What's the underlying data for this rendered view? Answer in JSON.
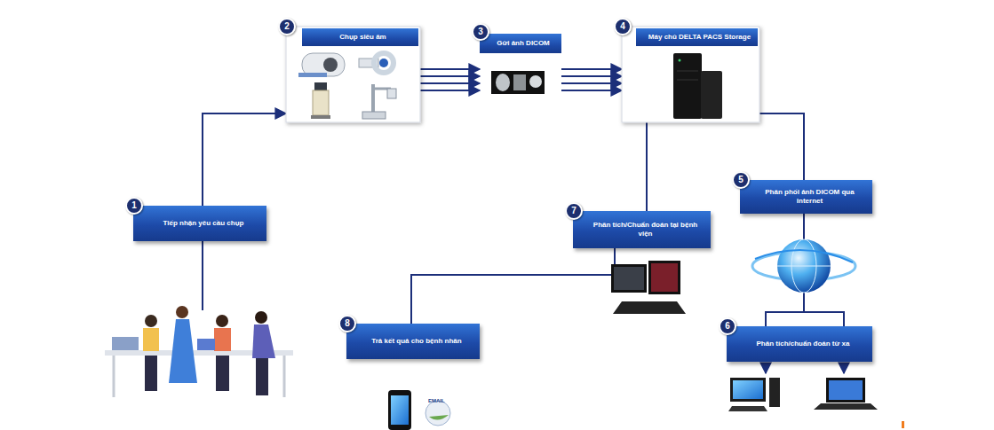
{
  "diagram": {
    "nodes": [
      {
        "text": [
          "1",
          "Tiếp nhận yêu cầu chụp"
        ]
      },
      {
        "text": [
          "2",
          "Chụp siêu âm"
        ]
      },
      {
        "text": [
          "3",
          "Gửi ảnh DICOM"
        ]
      },
      {
        "text": [
          "4",
          "Máy chủ DELTA PACS Storage"
        ]
      },
      {
        "text": [
          "5",
          "Phân phối ảnh DICOM qua internet"
        ]
      },
      {
        "text": [
          "6",
          "Phân tích/chuẩn đoán từ xa"
        ]
      },
      {
        "text": [
          "7",
          "Phân tích/Chuẩn đoán tại bệnh viện"
        ]
      },
      {
        "text": [
          "8",
          "Trả kết quả cho bệnh nhân"
        ]
      }
    ],
    "edges": [
      {
        "from": 0,
        "to": 1,
        "arrow": "to"
      },
      {
        "from": 1,
        "to": 2,
        "arrow": "to"
      },
      {
        "from": 2,
        "to": 3,
        "arrow": "to"
      },
      {
        "from": 3,
        "to": 4,
        "arrow": "none"
      },
      {
        "from": 3,
        "to": 6,
        "arrow": "none"
      },
      {
        "from": 4,
        "to": 5,
        "arrow": "none"
      },
      {
        "from": 6,
        "to": 7,
        "arrow": "none"
      }
    ],
    "labels": [
      "EMAIL"
    ]
  }
}
